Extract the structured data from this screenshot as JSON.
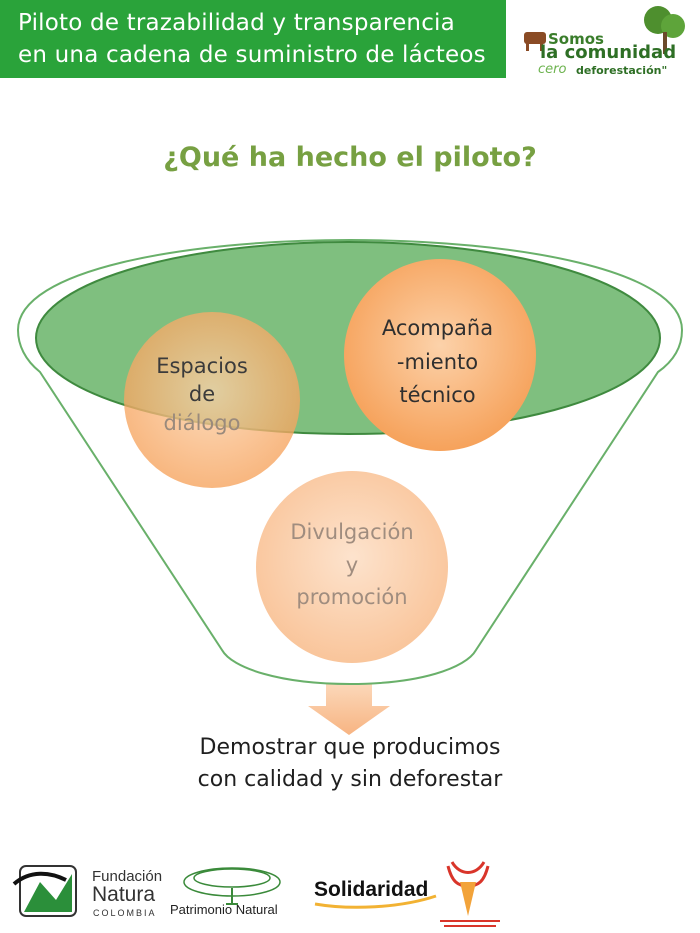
{
  "header": {
    "line1": "Piloto de trazabilidad y transparencia",
    "line2": "en una cadena de suministro de lácteos"
  },
  "top_logo": {
    "line1": "Somos",
    "line2": "la comunidad",
    "line3": "cero",
    "line4": "deforestación\""
  },
  "title": "¿Qué ha hecho el piloto?",
  "circles": [
    {
      "label_main": "Espacios\nde",
      "label_faded": "diálogo"
    },
    {
      "label": "Acompaña\n-miento\ntécnico"
    },
    {
      "label": "Divulgación\ny\npromoción"
    }
  ],
  "conclusion": {
    "line1": "Demostrar que producimos",
    "line2": "con calidad y sin deforestar"
  },
  "footer": {
    "fundacion": {
      "line1": "Fundación",
      "line2": "Natura",
      "line3": "COLOMBIA"
    },
    "patrimonio": "Patrimonio Natural",
    "solidaridad": "Solidaridad"
  },
  "colors": {
    "header_bg": "#2aa33a",
    "title": "#77a042",
    "funnel_top": "#7fbf7f",
    "circle": "#f6a25b"
  }
}
